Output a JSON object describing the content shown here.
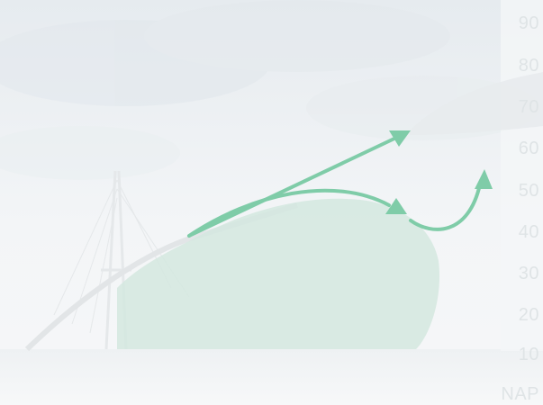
{
  "scale": {
    "ticks": [
      "90",
      "80",
      "70",
      "60",
      "50",
      "40",
      "30",
      "20",
      "10",
      "NAP"
    ]
  },
  "colors": {
    "arrow": "#7fcca8",
    "fill": "#d3e8df",
    "sky": "#eef2f5",
    "water": "#eef1f3",
    "tick_text": "#dfe4e6"
  },
  "icons": {
    "upper_arrow": "arrow-icon",
    "lower_arrow": "arrow-icon",
    "rebound_arrow": "arrow-icon"
  }
}
